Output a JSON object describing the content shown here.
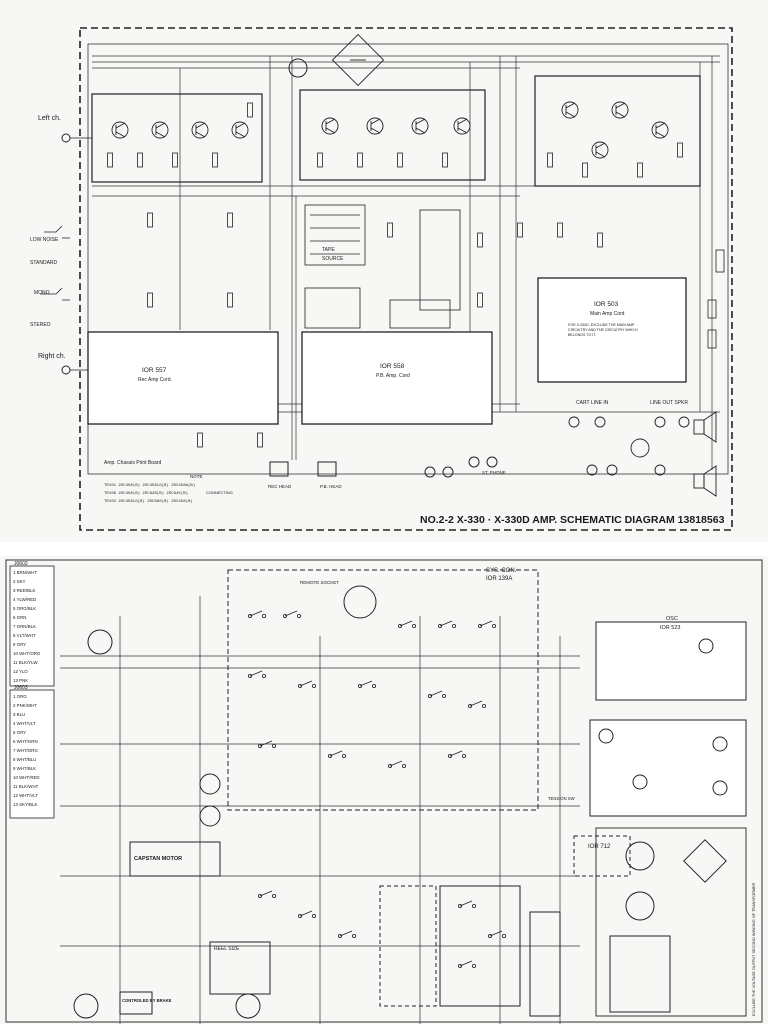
{
  "top": {
    "title": "NO.2-2 X-330 · X-330D AMP. SCHEMATIC DIAGRAM 13818563",
    "left_ch": "Left ch.",
    "right_ch": "Right ch.",
    "low_noise": "LOW NOISE",
    "standard": "STANDARD",
    "mono": "MONO",
    "stereo": "STEREO",
    "tape": "TAPE",
    "source": "SOURCE",
    "boards": [
      {
        "name": "IOR 557",
        "sub": "Rec Amp Cord."
      },
      {
        "name": "IOR 558",
        "sub": "P.B. Amp. Cord"
      },
      {
        "name": "IOR 503",
        "sub": "Main Amp Cord",
        "note1": "FOR X-330D, EXCLUDE THE MAIN AMP",
        "note2": "CIRCUITRY AND THE CIRCUITRY WHICH",
        "note3": "BELONGS TO IT."
      }
    ],
    "chassis": "Amp. Chassis Print Board",
    "output": "LINE OUT SPKR",
    "cart": "CART LINE IN",
    "rec_head": "REC HEAD",
    "pb_head": "P.B. HEAD",
    "phone": "ST. PHONE",
    "notes": [
      "TR101  2SC458(B)  2SC458LG(B)  2SC458A(B)",
      "TR106  2SC458(B)  2SC828(B)  2SC945(B)",
      "TR102  2SC458LG(B)  2SC890(B)  2SC458(B)"
    ],
    "note_label": "NOTE",
    "connecting": "CONNECTING"
  },
  "bottom": {
    "sys_con": "SYS. CON.",
    "sys_board": "IOR 139A",
    "osc": "OSC",
    "osc_board": "IOR 523",
    "board_712": "IOR 712",
    "capstan": "CAPSTAN MOTOR",
    "remote": "REMOTE SOCKET",
    "reel_size": "REEL SIZE",
    "controlled": "CONTROLED BY BRAKE",
    "tension": "TENSION SW",
    "side_note": "EXCLUDE THE VOLTAGE OUTPUT SECOND WINDING OF TRANSFORMER",
    "j0602": "J0602",
    "j0603": "J0603",
    "wires_a": [
      "1 BRN/WHT",
      "2 SKY",
      "3 RED/BLK",
      "4 YLW/RED",
      "5 ORG/BLK",
      "6 GRN",
      "7 GRN/BLK",
      "8 VLT/WHT",
      "9 GRY",
      "10 WHT/ORG",
      "11 BLK/YLW",
      "12 YLO",
      "13 PNK"
    ],
    "wires_b": [
      "1 ORG",
      "2 PNK/WHT",
      "3 BLU",
      "4 WHT/VLT",
      "5 GRY",
      "6 WHT/GRN",
      "7 WHT/ORG",
      "8 WHT/BLU",
      "9 WHT/BLK",
      "10 WHT/RED",
      "11 BLK/WHT",
      "12 WHT/VLT",
      "13 SKY/BLK"
    ]
  }
}
